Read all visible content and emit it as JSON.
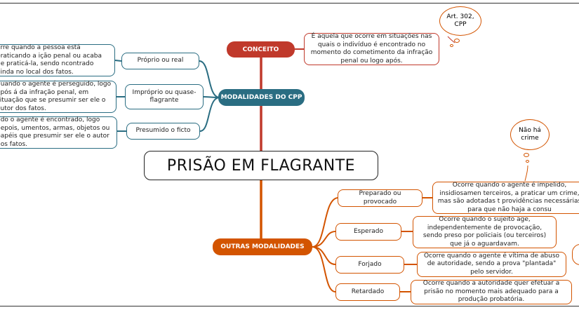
{
  "central": {
    "title": "PRISÃO EM FLAGRANTE"
  },
  "conceito": {
    "label": "CONCEITO",
    "text": "É aquela que ocorre em situações nas quais o indivíduo é encontrado no momento do cometimento da infração penal ou logo após.",
    "note": "Art. 302, CPP"
  },
  "modalidades_cpp": {
    "label": "MODALIDADES DO CPP",
    "items": [
      {
        "label": "Próprio ou real",
        "text": "orre quando a pessoa está praticando a ição penal ou acaba de praticá-la, sendo ncontrado ainda no local dos fatos."
      },
      {
        "label": "Impróprio ou quase-flagrante",
        "text": "quando o agente é perseguido, logo após á da infração penal, em situação que se presumir ser ele o autor dos fatos."
      },
      {
        "label": "Presumido o ficto",
        "text": "ndo o agente é encontrado, logo depois, umentos, armas, objetos ou papéis que presumir ser ele o autor dos fatos."
      }
    ]
  },
  "outras_modalidades": {
    "label": "OUTRAS MODALIDADES",
    "items": [
      {
        "label": "Preparado ou provocado",
        "text": "Ocorre quando o agente é impelido, insidiosamen terceiros, a praticar um crime, mas são adotadas t providências necessárias para que não haja a consu",
        "note": "Não há crime"
      },
      {
        "label": "Esperado",
        "text": "Ocorre quando o sujeito age, independentemente de provocação, sendo preso por policiais (ou terceiros) que já o aguardavam."
      },
      {
        "label": "Forjado",
        "text": "Ocorre quando o agente é vítima de abuso de autoridade, sendo a prova \"plantada\" pelo servidor."
      },
      {
        "label": "Retardado",
        "text": "Ocorre quando a autoridade quer efetuar a prisão no momento mais adequado para a produção probatória."
      }
    ]
  },
  "colors": {
    "conceito": "#c0392b",
    "modalidades": "#2a6d82",
    "outras": "#d35400",
    "trunk": "#c0392b"
  }
}
